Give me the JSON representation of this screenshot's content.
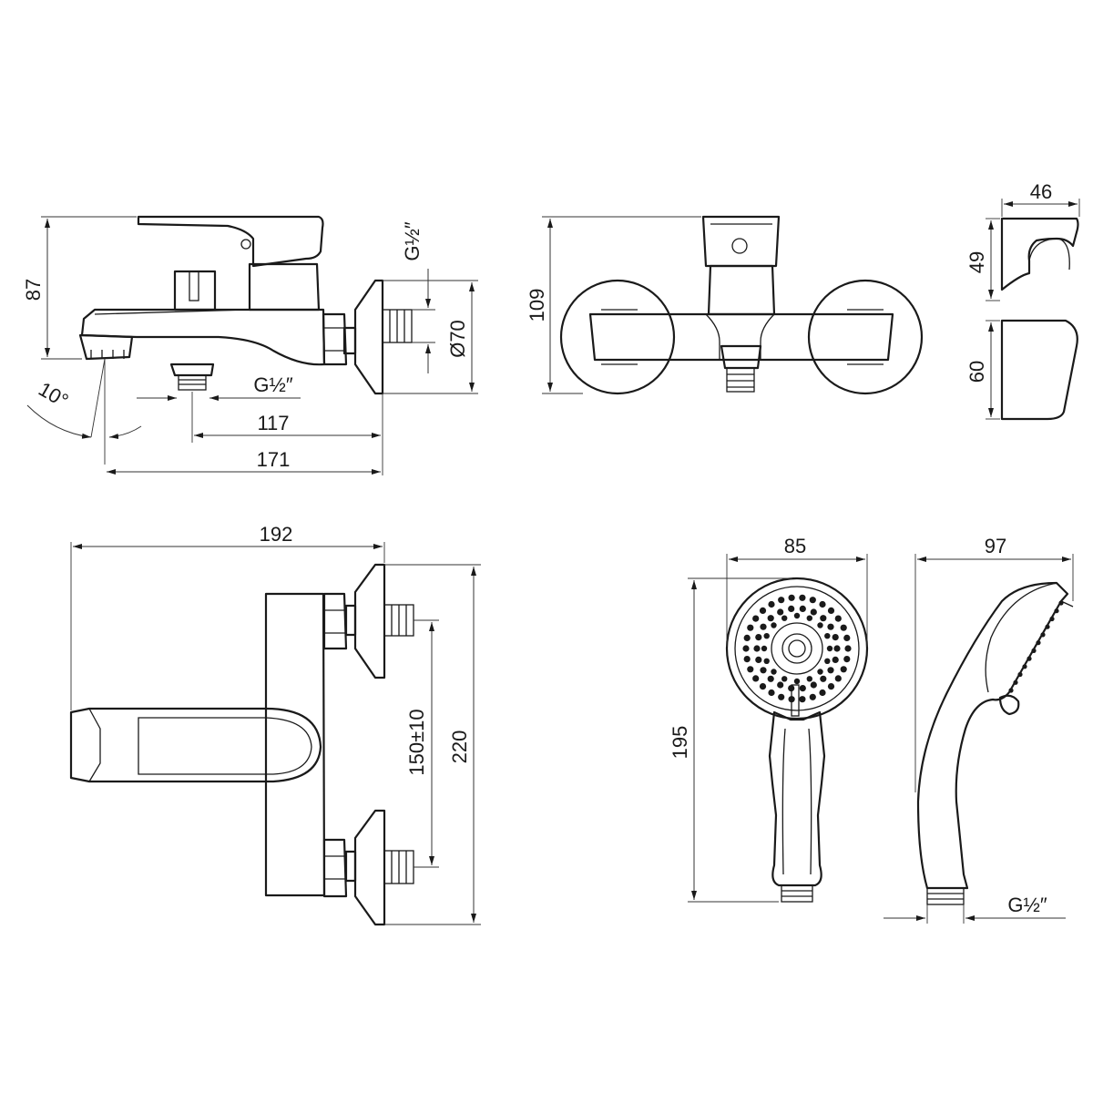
{
  "dimensions": {
    "side_height": "87",
    "side_angle": "10°",
    "side_thread_bottom": "G½″",
    "side_offset_117": "117",
    "side_length_171": "171",
    "side_thread_top": "G½″",
    "side_diameter": "Ø70",
    "front_height": "109",
    "holder_width": "46",
    "holder_height_49": "49",
    "holder_height_60": "60",
    "top_width_192": "192",
    "top_center_distance": "150±10",
    "top_overall_220": "220",
    "shower_head_width": "85",
    "shower_length": "195",
    "shower_side_depth": "97",
    "shower_thread": "G½″"
  }
}
